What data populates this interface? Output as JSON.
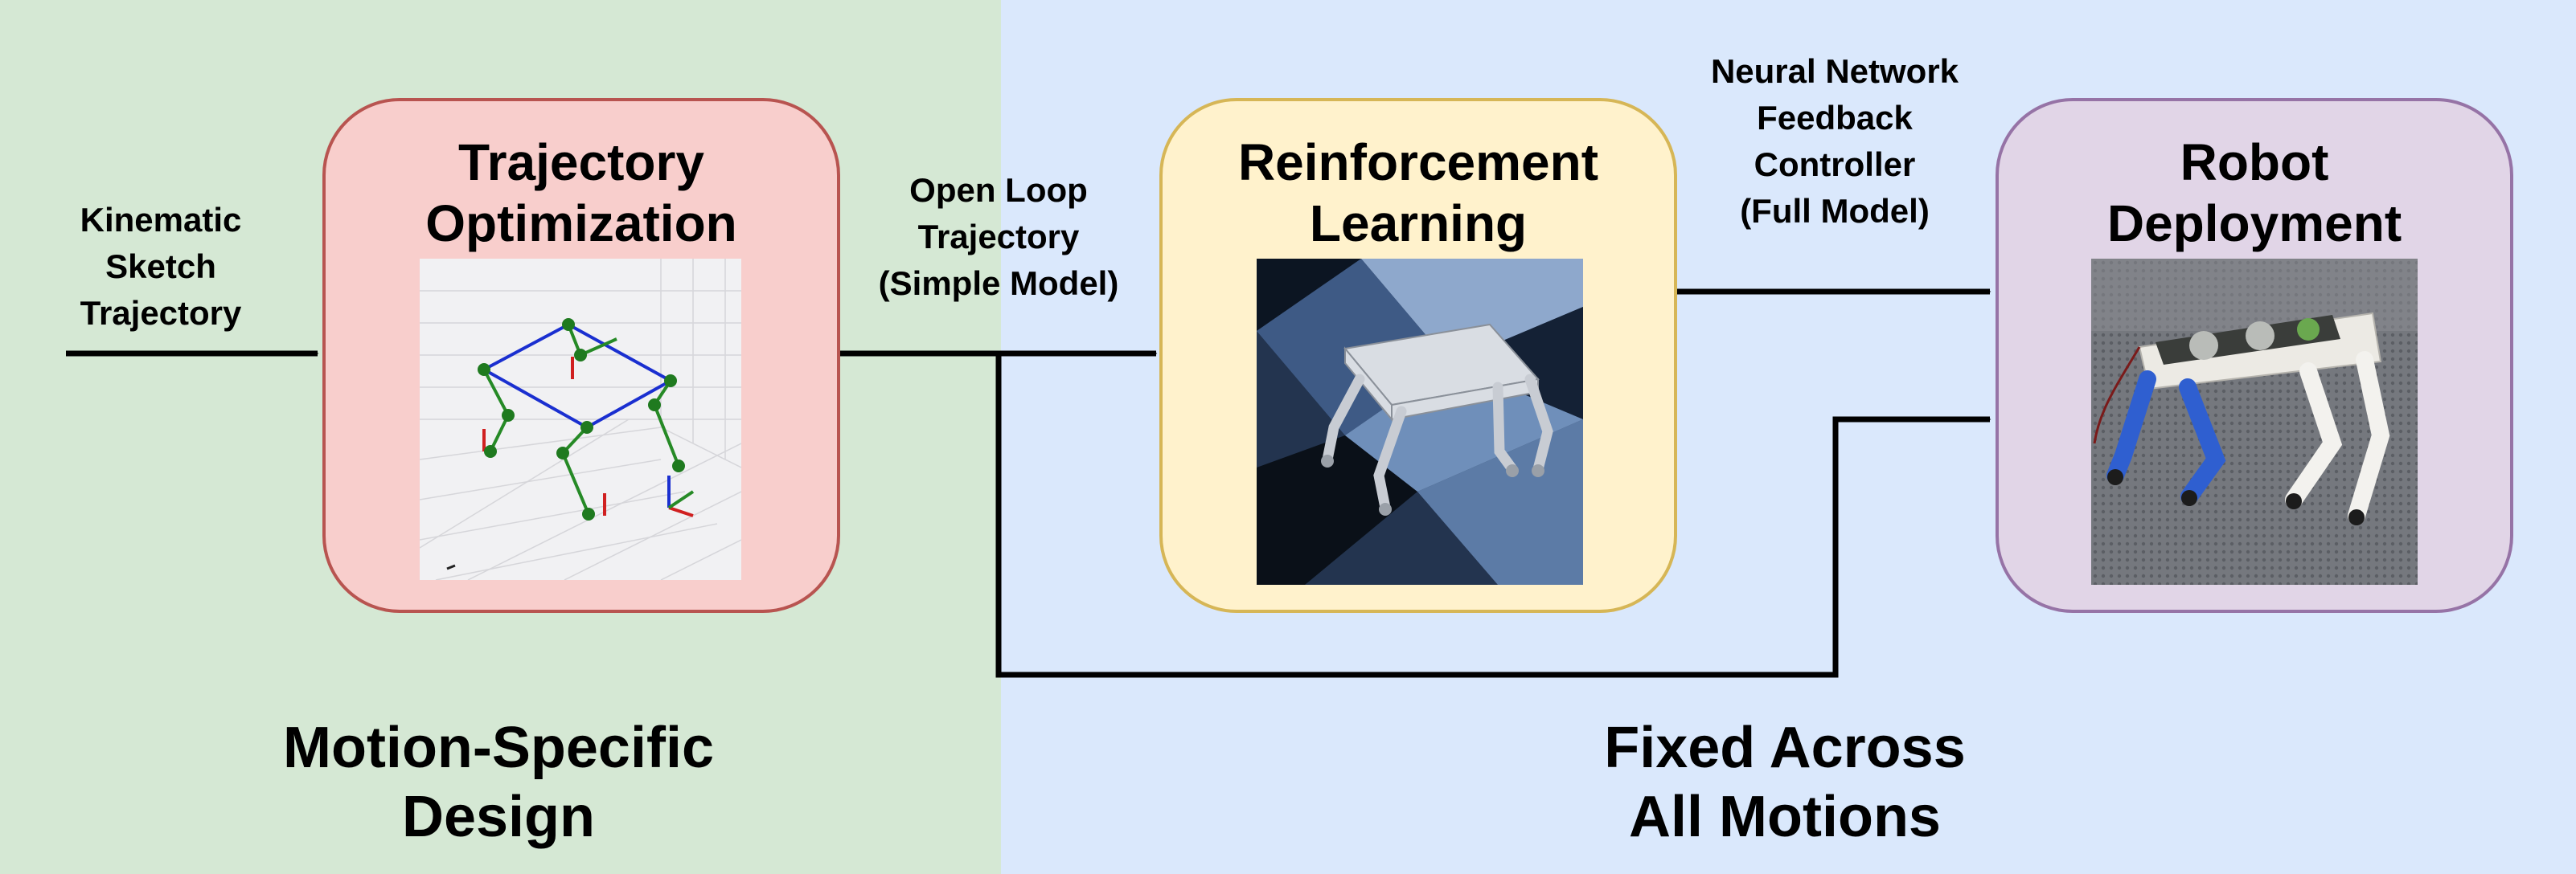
{
  "colors": {
    "left_background": "#d5e8d4",
    "right_background": "#dae8fc",
    "trajopt_fill": "#f8cecc",
    "trajopt_border": "#b85450",
    "rl_fill": "#fff2cc",
    "rl_border": "#d6b656",
    "robot_fill": "#e1d5e7",
    "robot_border": "#9673a6",
    "arrow": "#000000"
  },
  "inputs": {
    "sketch_label": "Kinematic\nSketch\nTrajectory"
  },
  "blocks": {
    "trajectory_optimization": {
      "title": "Trajectory\nOptimization"
    },
    "reinforcement_learning": {
      "title": "Reinforcement\nLearning"
    },
    "robot_deployment": {
      "title": "Robot\nDeployment"
    }
  },
  "edges": {
    "open_loop_label": "Open Loop\nTrajectory\n(Simple Model)",
    "feedback_label": "Neural Network\nFeedback\nController\n(Full Model)"
  },
  "regions": {
    "left_label": "Motion-Specific\nDesign",
    "right_label": "Fixed Across\nAll Motions"
  }
}
